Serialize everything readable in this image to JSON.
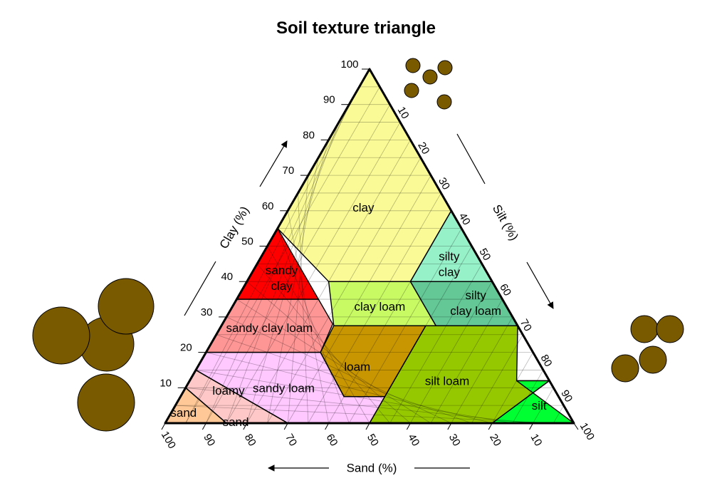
{
  "title": "Soil texture triangle",
  "axes": {
    "clay": {
      "label": "Clay (%)",
      "ticks": [
        "10",
        "20",
        "30",
        "40",
        "50",
        "60",
        "70",
        "80",
        "90",
        "100"
      ]
    },
    "silt": {
      "label": "Silt (%)",
      "ticks": [
        "10",
        "20",
        "30",
        "40",
        "50",
        "60",
        "70",
        "80",
        "90",
        "100"
      ]
    },
    "sand": {
      "label": "Sand (%)",
      "ticks": [
        "100",
        "90",
        "80",
        "70",
        "60",
        "50",
        "40",
        "30",
        "20",
        "10"
      ]
    }
  },
  "regions": [
    {
      "id": "clay",
      "lines": [
        "clay"
      ],
      "color": "#fafa96"
    },
    {
      "id": "sandy-clay",
      "lines": [
        "sandy",
        "clay"
      ],
      "color": "#ff0000"
    },
    {
      "id": "silty-clay",
      "lines": [
        "silty",
        "clay"
      ],
      "color": "#96f0c8"
    },
    {
      "id": "sandy-clay-loam",
      "lines": [
        "sandy clay loam"
      ],
      "color": "#ff9696"
    },
    {
      "id": "clay-loam",
      "lines": [
        "clay loam"
      ],
      "color": "#c8fa64"
    },
    {
      "id": "silty-clay-loam",
      "lines": [
        "silty",
        "clay loam"
      ],
      "color": "#64c896"
    },
    {
      "id": "loam",
      "lines": [
        "loam"
      ],
      "color": "#c89600"
    },
    {
      "id": "sandy-loam",
      "lines": [
        "sandy loam"
      ],
      "color": "#ffc8ff"
    },
    {
      "id": "silt-loam",
      "lines": [
        "silt loam"
      ],
      "color": "#96c800"
    },
    {
      "id": "silt",
      "lines": [
        "silt"
      ],
      "color": "#00ff32"
    },
    {
      "id": "loamy-sand",
      "lines": [
        "loamy",
        "sand"
      ],
      "color": "#ffc8c8"
    },
    {
      "id": "sand",
      "lines": [
        "sand"
      ],
      "color": "#ffc896"
    }
  ],
  "particle_color": "#7a5a00"
}
